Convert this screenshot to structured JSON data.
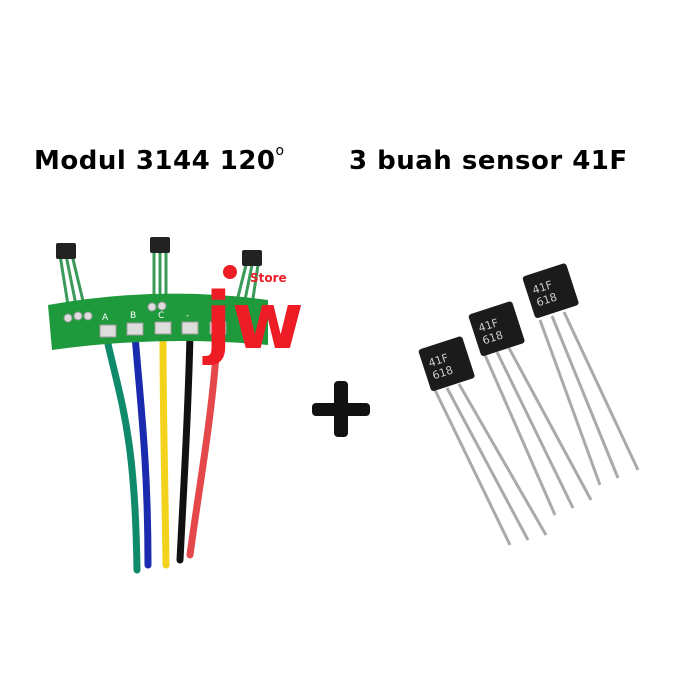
{
  "headline": {
    "module_text": "Modul 3144 120",
    "degree_mark": "o",
    "sensor_text": "3 buah sensor 41F"
  },
  "module": {
    "pad_labels": [
      "A",
      "B",
      "C",
      "-"
    ],
    "wire_colors": [
      "#0f8a6a",
      "#1a2bb0",
      "#f2d21a",
      "#111111",
      "#e5484a"
    ],
    "pcb_color": "#1e9a3c"
  },
  "watermark": {
    "brand": "jw",
    "sub": "Store",
    "color": "#ee1c25"
  },
  "sensor_marking": {
    "line1": "41F",
    "line2": "618"
  },
  "plus_sign": "+"
}
